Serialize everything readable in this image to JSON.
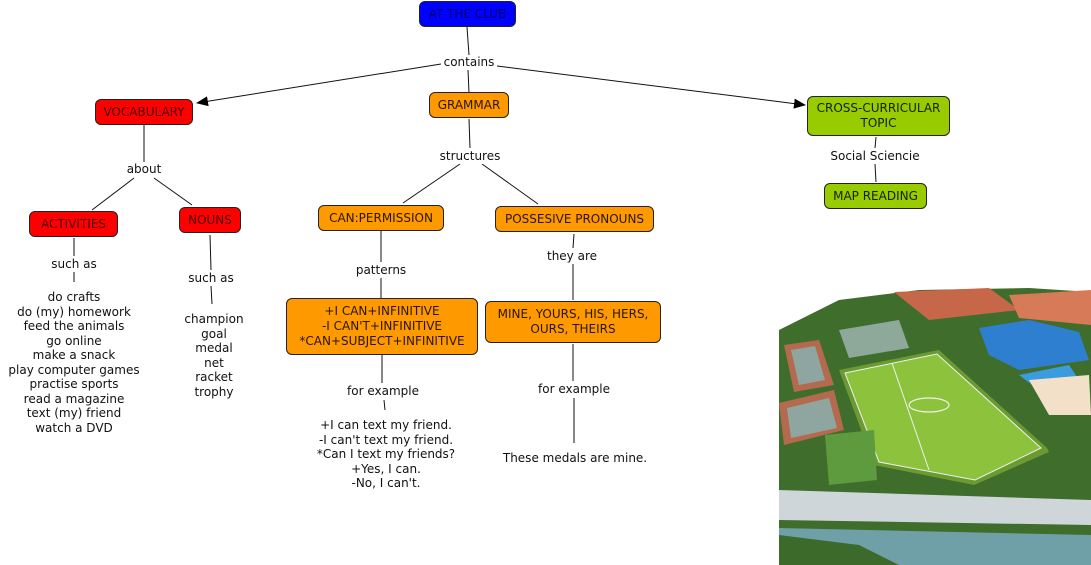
{
  "colors": {
    "root": "#0000ff",
    "vocabulary": "#ff0000",
    "grammar": "#ff9900",
    "cross_curricular": "#99cc00"
  },
  "nodes": {
    "root": "AT THE CLUB",
    "vocabulary": "VOCABULARY",
    "grammar": "GRAMMAR",
    "cross": "CROSS-CURRICULAR\nTOPIC",
    "activities": "ACTIVITIES",
    "nouns": "NOUNS",
    "can_permission": "CAN:PERMISSION",
    "possessive": "POSSESIVE PRONOUNS",
    "map_reading": "MAP READING",
    "can_patterns": "+I CAN+INFINITIVE\n-I CAN'T+INFINITIVE\n*CAN+SUBJECT+INFINITIVE",
    "pronoun_list": "MINE, YOURS, HIS, HERS,\nOURS, THEIRS"
  },
  "link_labels": {
    "contains": "contains",
    "about": "about",
    "structures": "structures",
    "social_science": "Social Sciencie",
    "activities_such_as": "such as",
    "nouns_such_as": "such as",
    "patterns": "patterns",
    "they_are": "they are",
    "can_for_example": "for example",
    "pronoun_for_example": "for example"
  },
  "lists": {
    "activities": [
      "do crafts",
      "do (my) homework",
      "feed the animals",
      "go online",
      "make a snack",
      "play computer games",
      "practise sports",
      "read a magazine",
      "text (my) friend",
      "watch a DVD"
    ],
    "nouns": [
      "champion",
      "goal",
      "medal",
      "net",
      "racket",
      "trophy"
    ],
    "can_examples": [
      "+I can text my friend.",
      "-I can't text my friend.",
      "*Can I text my friends?",
      "+Yes, I can.",
      "-No, I can't."
    ],
    "pronoun_examples": [
      "These medals are mine."
    ]
  },
  "image": {
    "subject": "aerial illustration of sports club with football pitch, tennis courts and pools"
  }
}
